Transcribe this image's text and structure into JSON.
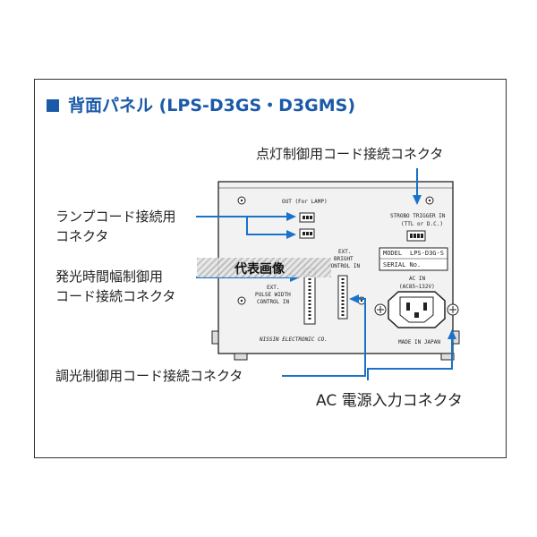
{
  "title": "背面パネル (LPS-D3GS・D3GMS)",
  "labels": {
    "lamp_cord_line1": "ランプコード接続用",
    "lamp_cord_line2": "コネクタ",
    "lighting_control": "点灯制御用コード接続コネクタ",
    "pulse_control_line1": "発光時間幅制御用",
    "pulse_control_line2": "コード接続コネクタ",
    "dimming_control": "調光制御用コード接続コネクタ",
    "ac_power": "AC 電源入力コネクタ"
  },
  "panel": {
    "out_lamp": "OUT (For LAMP)",
    "strobo_line1": "STROBO TRIGGER IN",
    "strobo_line2": "(TTL or D.C.)",
    "model_label": "MODEL",
    "model_value": "LPS-D3G-S",
    "serial_label": "SERIAL No.",
    "ext_bright_1": "EXT.",
    "ext_bright_2": "BRIGHT",
    "ext_bright_3": "CONTROL IN",
    "ext_pulse_1": "EXT.",
    "ext_pulse_2": "PULSE WIDTH",
    "ext_pulse_3": "CONTROL IN",
    "ac_in_1": "AC IN",
    "ac_in_2": "(AC85~132V)",
    "maker": "NISSIN ELECTRONIC CO.",
    "made_in": "MADE IN JAPAN"
  },
  "watermark": "代表画像",
  "colors": {
    "accent": "#1a5aa8",
    "panel": "#f2f2f2",
    "arrow": "#1a73c8"
  }
}
